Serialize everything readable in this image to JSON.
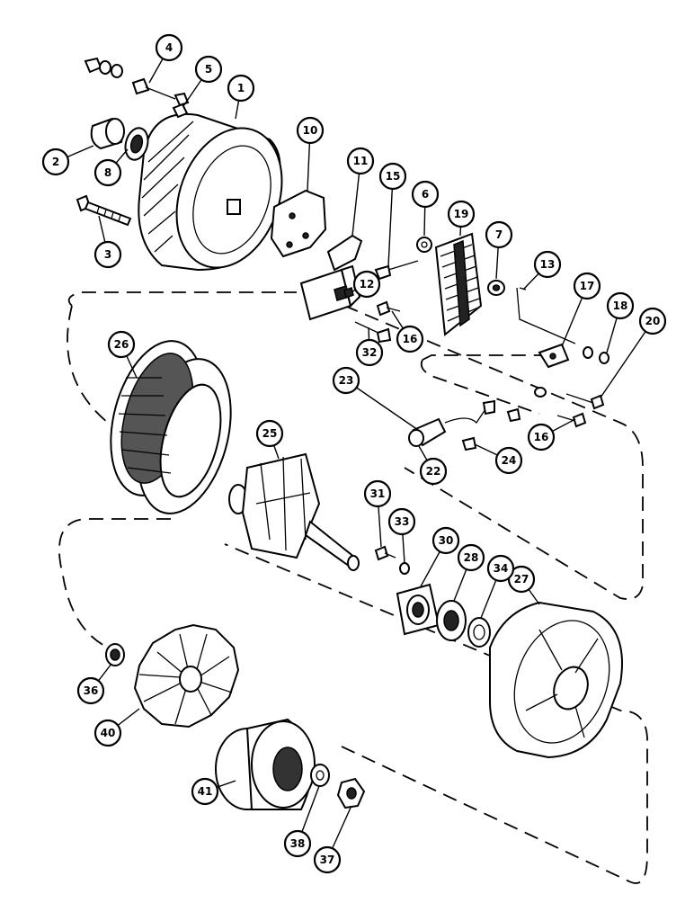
{
  "callouts": [
    {
      "id": "c1",
      "label": "1"
    },
    {
      "id": "c2",
      "label": "2"
    },
    {
      "id": "c3",
      "label": "3"
    },
    {
      "id": "c4",
      "label": "4"
    },
    {
      "id": "c5",
      "label": "5"
    },
    {
      "id": "c6",
      "label": "6"
    },
    {
      "id": "c7",
      "label": "7"
    },
    {
      "id": "c8",
      "label": "8"
    },
    {
      "id": "c10",
      "label": "10"
    },
    {
      "id": "c11",
      "label": "11"
    },
    {
      "id": "c12",
      "label": "12"
    },
    {
      "id": "c13",
      "label": "13"
    },
    {
      "id": "c15",
      "label": "15"
    },
    {
      "id": "c16a",
      "label": "16"
    },
    {
      "id": "c16b",
      "label": "16"
    },
    {
      "id": "c17",
      "label": "17"
    },
    {
      "id": "c18",
      "label": "18"
    },
    {
      "id": "c19",
      "label": "19"
    },
    {
      "id": "c20",
      "label": "20"
    },
    {
      "id": "c22",
      "label": "22"
    },
    {
      "id": "c23",
      "label": "23"
    },
    {
      "id": "c24",
      "label": "24"
    },
    {
      "id": "c25",
      "label": "25"
    },
    {
      "id": "c26",
      "label": "26"
    },
    {
      "id": "c27",
      "label": "27"
    },
    {
      "id": "c28",
      "label": "28"
    },
    {
      "id": "c30",
      "label": "30"
    },
    {
      "id": "c31",
      "label": "31"
    },
    {
      "id": "c32",
      "label": "32"
    },
    {
      "id": "c33",
      "label": "33"
    },
    {
      "id": "c34",
      "label": "34"
    },
    {
      "id": "c36",
      "label": "36"
    },
    {
      "id": "c37",
      "label": "37"
    },
    {
      "id": "c38",
      "label": "38"
    },
    {
      "id": "c40",
      "label": "40"
    },
    {
      "id": "c41",
      "label": "41"
    }
  ]
}
